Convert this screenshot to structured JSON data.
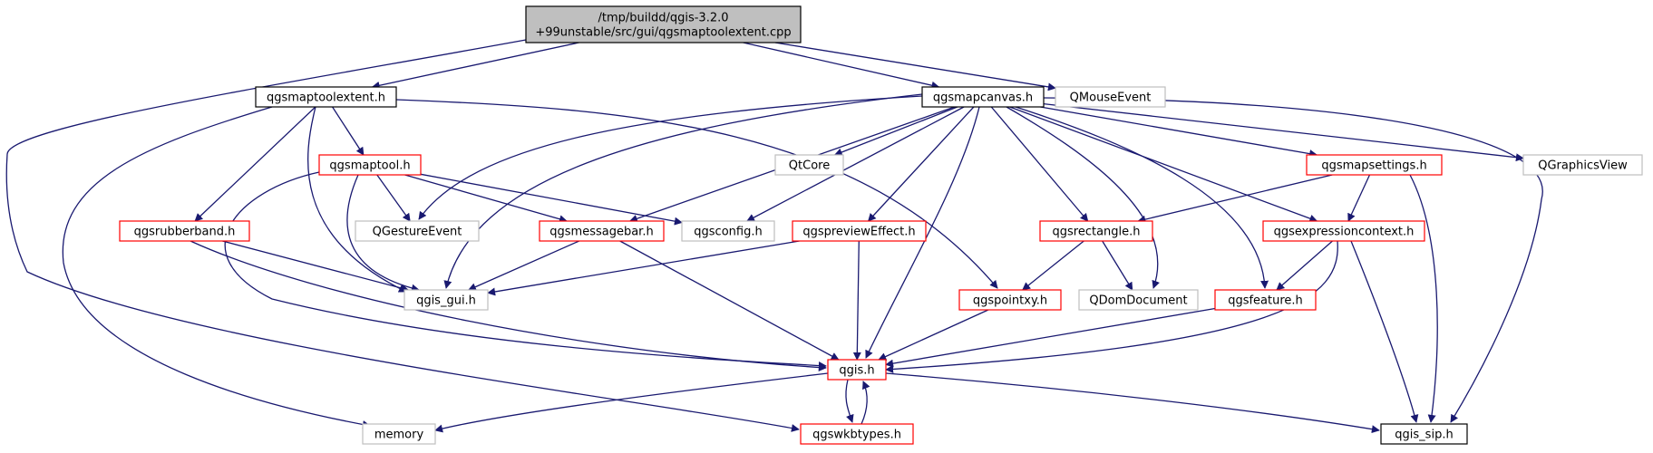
{
  "colors": {
    "edge": "#191970",
    "border_black": "#000000",
    "border_red": "#ff0000",
    "border_gray": "#bfbfbf",
    "fill_root": "#bfbfbf",
    "fill_default": "#ffffff"
  },
  "nodes": [
    {
      "id": "root",
      "lines": [
        "/tmp/buildd/qgis-3.2.0",
        "+99unstable/src/gui/qgsmaptoolextent.cpp"
      ],
      "style": "root"
    },
    {
      "id": "qgsmaptoolextent_h",
      "lines": [
        "qgsmaptoolextent.h"
      ],
      "style": "black"
    },
    {
      "id": "qgsmapcanvas_h",
      "lines": [
        "qgsmapcanvas.h"
      ],
      "style": "black"
    },
    {
      "id": "qmouseevent",
      "lines": [
        "QMouseEvent"
      ],
      "style": "gray"
    },
    {
      "id": "qgsmaptool_h",
      "lines": [
        "qgsmaptool.h"
      ],
      "style": "red"
    },
    {
      "id": "qtcore",
      "lines": [
        "QtCore"
      ],
      "style": "gray"
    },
    {
      "id": "qgsmapsettings_h",
      "lines": [
        "qgsmapsettings.h"
      ],
      "style": "red"
    },
    {
      "id": "qgraphicsview",
      "lines": [
        "QGraphicsView"
      ],
      "style": "gray"
    },
    {
      "id": "qgsrubberband_h",
      "lines": [
        "qgsrubberband.h"
      ],
      "style": "red"
    },
    {
      "id": "qgestureevent",
      "lines": [
        "QGestureEvent"
      ],
      "style": "gray"
    },
    {
      "id": "qgsmessagebar_h",
      "lines": [
        "qgsmessagebar.h"
      ],
      "style": "red"
    },
    {
      "id": "qgsconfig_h",
      "lines": [
        "qgsconfig.h"
      ],
      "style": "gray"
    },
    {
      "id": "qgspreviewEffect_h",
      "lines": [
        "qgspreviewEffect.h"
      ],
      "style": "red"
    },
    {
      "id": "qgsrectangle_h",
      "lines": [
        "qgsrectangle.h"
      ],
      "style": "red"
    },
    {
      "id": "qgsexpressioncontext_h",
      "lines": [
        "qgsexpressioncontext.h"
      ],
      "style": "red"
    },
    {
      "id": "qgis_gui_h",
      "lines": [
        "qgis_gui.h"
      ],
      "style": "gray"
    },
    {
      "id": "qgspointxy_h",
      "lines": [
        "qgspointxy.h"
      ],
      "style": "red"
    },
    {
      "id": "qdomdocument",
      "lines": [
        "QDomDocument"
      ],
      "style": "gray"
    },
    {
      "id": "qgsfeature_h",
      "lines": [
        "qgsfeature.h"
      ],
      "style": "red"
    },
    {
      "id": "qgis_h",
      "lines": [
        "qgis.h"
      ],
      "style": "red"
    },
    {
      "id": "memory",
      "lines": [
        "memory"
      ],
      "style": "gray"
    },
    {
      "id": "qgswkbtypes_h",
      "lines": [
        "qgswkbtypes.h"
      ],
      "style": "red"
    },
    {
      "id": "qgis_sip_h",
      "lines": [
        "qgis_sip.h"
      ],
      "style": "black"
    }
  ],
  "edges": [
    {
      "from": "root",
      "to": "qgsmaptoolextent_h"
    },
    {
      "from": "root",
      "to": "qgsmapcanvas_h"
    },
    {
      "from": "root",
      "to": "qmouseevent"
    },
    {
      "from": "root",
      "to": "qgswkbtypes_h"
    },
    {
      "from": "qgsmaptoolextent_h",
      "to": "qgsmaptool_h"
    },
    {
      "from": "qgsmaptoolextent_h",
      "to": "qgsrubberband_h"
    },
    {
      "from": "qgsmaptoolextent_h",
      "to": "qgis_gui_h"
    },
    {
      "from": "qgsmaptoolextent_h",
      "to": "qgspointxy_h"
    },
    {
      "from": "qgsmaptoolextent_h",
      "to": "memory"
    },
    {
      "from": "qgsmapcanvas_h",
      "to": "qtcore"
    },
    {
      "from": "qgsmapcanvas_h",
      "to": "qgsmapsettings_h"
    },
    {
      "from": "qgsmapcanvas_h",
      "to": "qgraphicsview"
    },
    {
      "from": "qgsmapcanvas_h",
      "to": "qgestureevent"
    },
    {
      "from": "qgsmapcanvas_h",
      "to": "qgsmessagebar_h"
    },
    {
      "from": "qgsmapcanvas_h",
      "to": "qgsconfig_h"
    },
    {
      "from": "qgsmapcanvas_h",
      "to": "qgspreviewEffect_h"
    },
    {
      "from": "qgsmapcanvas_h",
      "to": "qgsrectangle_h"
    },
    {
      "from": "qgsmapcanvas_h",
      "to": "qgsexpressioncontext_h"
    },
    {
      "from": "qgsmapcanvas_h",
      "to": "qgis_gui_h"
    },
    {
      "from": "qgsmapcanvas_h",
      "to": "qdomdocument"
    },
    {
      "from": "qgsmapcanvas_h",
      "to": "qgsfeature_h"
    },
    {
      "from": "qgsmapcanvas_h",
      "to": "qgis_h"
    },
    {
      "from": "qgsmapcanvas_h",
      "to": "qgis_sip_h"
    },
    {
      "from": "qgsmaptool_h",
      "to": "qgestureevent"
    },
    {
      "from": "qgsmaptool_h",
      "to": "qgsmessagebar_h"
    },
    {
      "from": "qgsmaptool_h",
      "to": "qgsconfig_h"
    },
    {
      "from": "qgsmaptool_h",
      "to": "qgis_gui_h"
    },
    {
      "from": "qgsmaptool_h",
      "to": "qgis_h"
    },
    {
      "from": "qgsmapsettings_h",
      "to": "qgsrectangle_h"
    },
    {
      "from": "qgsmapsettings_h",
      "to": "qgsexpressioncontext_h"
    },
    {
      "from": "qgsmapsettings_h",
      "to": "qgis_sip_h"
    },
    {
      "from": "qgsrubberband_h",
      "to": "qgis_gui_h"
    },
    {
      "from": "qgsrubberband_h",
      "to": "qgis_h"
    },
    {
      "from": "qgsmessagebar_h",
      "to": "qgis_gui_h"
    },
    {
      "from": "qgsmessagebar_h",
      "to": "qgis_h"
    },
    {
      "from": "qgspreviewEffect_h",
      "to": "qgis_gui_h"
    },
    {
      "from": "qgspreviewEffect_h",
      "to": "qgis_h"
    },
    {
      "from": "qgsrectangle_h",
      "to": "qgspointxy_h"
    },
    {
      "from": "qgsrectangle_h",
      "to": "qdomdocument"
    },
    {
      "from": "qgsexpressioncontext_h",
      "to": "qgsfeature_h"
    },
    {
      "from": "qgsexpressioncontext_h",
      "to": "qgis_h"
    },
    {
      "from": "qgsexpressioncontext_h",
      "to": "qgis_sip_h"
    },
    {
      "from": "qgspointxy_h",
      "to": "qgis_h"
    },
    {
      "from": "qgsfeature_h",
      "to": "qgis_h"
    },
    {
      "from": "qgis_h",
      "to": "memory"
    },
    {
      "from": "qgis_h",
      "to": "qgswkbtypes_h"
    },
    {
      "from": "qgis_h",
      "to": "qgis_sip_h"
    },
    {
      "from": "qgswkbtypes_h",
      "to": "qgis_h"
    }
  ]
}
